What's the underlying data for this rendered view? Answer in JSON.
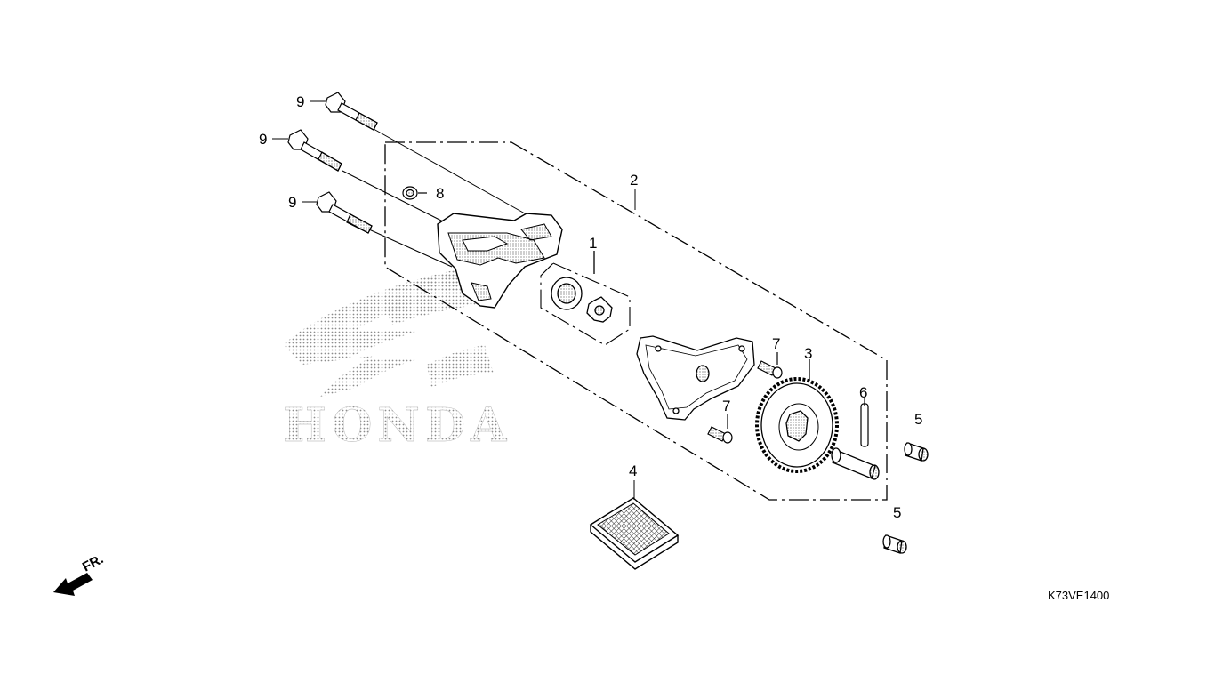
{
  "diagram": {
    "code": "K73VE1400",
    "logo_text": "HONDA",
    "direction_label": "FR.",
    "callouts": {
      "c1": "1",
      "c2": "2",
      "c3": "3",
      "c4": "4",
      "c5a": "5",
      "c5b": "5",
      "c6": "6",
      "c7a": "7",
      "c7b": "7",
      "c8": "8",
      "c9a": "9",
      "c9b": "9",
      "c9c": "9"
    },
    "colors": {
      "line": "#000000",
      "logo_dots": "#9a9a9a"
    }
  }
}
